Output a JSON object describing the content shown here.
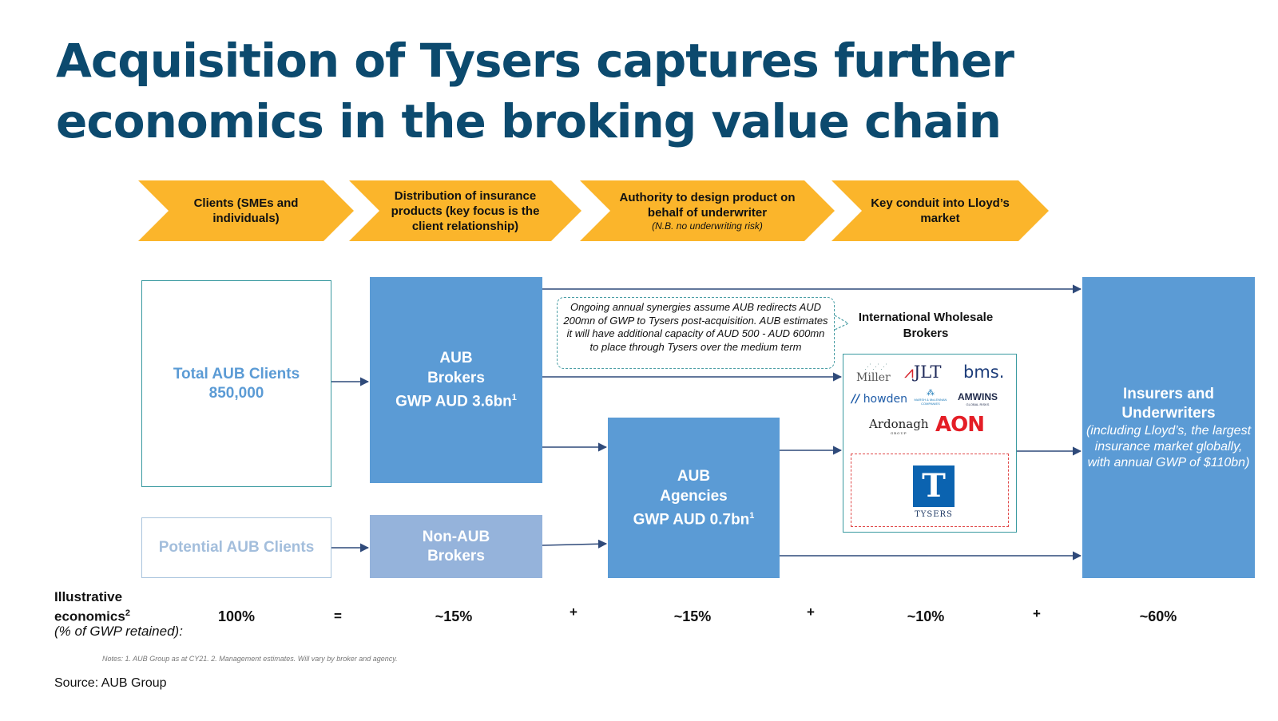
{
  "title": "Acquisition of Tysers captures further economics in the broking value chain",
  "chevrons": [
    {
      "text": "Clients (SMEs and individuals)",
      "note": ""
    },
    {
      "text": "Distribution of insurance products (key focus is the client relationship)",
      "note": ""
    },
    {
      "text": "Authority to design product on behalf of underwriter",
      "note": "(N.B. no underwriting risk)"
    },
    {
      "text": "Key conduit into Lloyd’s market",
      "note": ""
    }
  ],
  "clients": {
    "line1": "Total AUB Clients",
    "line2": "850,000"
  },
  "potential_clients": "Potential AUB Clients",
  "aub_brokers": {
    "line1": "AUB",
    "line2": "Brokers",
    "line3": "GWP AUD 3.6bn",
    "sup": "1"
  },
  "non_aub_brokers": {
    "line1": "Non-AUB",
    "line2": "Brokers"
  },
  "aub_agencies": {
    "line1": "AUB",
    "line2": "Agencies",
    "line3": "GWP AUD 0.7bn",
    "sup": "1"
  },
  "callout": "Ongoing annual synergies assume AUB redirects AUD 200mn of GWP to Tysers post-acquisition. AUB estimates it will have additional capacity of AUD 500 - AUD 600mn to place through Tysers over the medium term",
  "wholesale": {
    "title": "International Wholesale Brokers",
    "logos": {
      "miller": "Miller",
      "jlt": "JLT",
      "bms": "bms.",
      "howden": "howden",
      "marsh": "MARSH & McLENNAN COMPANIES",
      "amwins": "AMWINS",
      "amwins_sub": "GLOBAL RISKS",
      "ardonagh": "Ardonagh",
      "ardonagh_sub": "GROUP",
      "aon": "AON",
      "tysers": "TYSERS",
      "tysers_mark": "T"
    }
  },
  "insurers": {
    "line1": "Insurers and",
    "line2": "Underwriters",
    "detail": "(including Lloyd’s, the largest insurance market globally, with annual GWP of $110bn)"
  },
  "economics": {
    "label_line1": "Illustrative",
    "label_line2": "economics",
    "label_sup": "2",
    "label_sub": "(% of GWP retained):",
    "values": [
      "100%",
      "~15%",
      "~15%",
      "~10%",
      "~60%"
    ],
    "operators": [
      "=",
      "+",
      "+",
      "+"
    ]
  },
  "notes": "Notes: 1. AUB Group as at CY21. 2. Management estimates. Will vary by broker and agency.",
  "source": "Source: AUB Group",
  "colors": {
    "title": "#0c4a6e",
    "chevron": "#fbb52b",
    "blue": "#5b9bd5",
    "light_blue": "#95b3db",
    "arrow": "#2f4a7a",
    "aon": "#e41e26",
    "tysers": "#0b63b0"
  }
}
